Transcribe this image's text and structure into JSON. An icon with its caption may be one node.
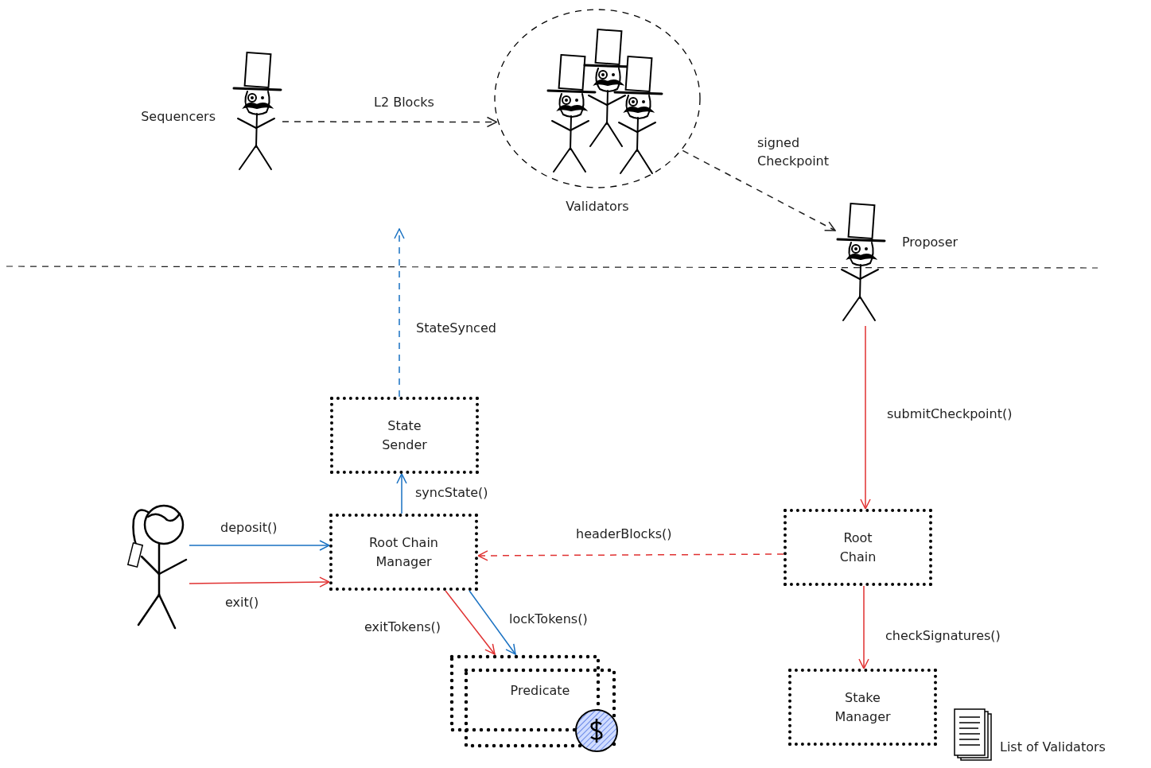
{
  "diagram": {
    "nodes": [
      {
        "text": [],
        "shape": "person",
        "beside": [
          "Sequencers"
        ]
      },
      {
        "text": [],
        "shape": "circle",
        "beside": [
          "Validators"
        ]
      },
      {
        "text": [],
        "shape": "person",
        "beside": [
          "Proposer"
        ]
      },
      {
        "text": [
          "State Sender"
        ]
      },
      {
        "text": [],
        "shape": "person"
      },
      {
        "text": [
          "Root Chain Manager"
        ]
      },
      {
        "text": [
          "Root Chain"
        ]
      },
      {
        "text": [
          "Predicate"
        ]
      },
      {
        "text": [
          "Stake Manager"
        ]
      }
    ],
    "edges": [
      {
        "from": 0,
        "to": 1,
        "arrow": "to",
        "label": "L2 Blocks",
        "style": "dashed",
        "color": "#1e1e1e"
      },
      {
        "from": 1,
        "to": 2,
        "arrow": "to",
        "label": "signed Checkpoint",
        "style": "dashed",
        "color": "#1e1e1e"
      },
      {
        "from": 3,
        "to": null,
        "arrow": "to",
        "label": "StateSynced",
        "style": "dashed",
        "color": "#1971c2"
      },
      {
        "from": 2,
        "to": 6,
        "arrow": "to",
        "label": "submitCheckpoint()",
        "color": "#e03131"
      },
      {
        "from": 5,
        "to": 3,
        "arrow": "to",
        "label": "syncState()",
        "color": "#1971c2"
      },
      {
        "from": 4,
        "to": 5,
        "arrow": "to",
        "label": "deposit()",
        "color": "#1971c2"
      },
      {
        "from": 4,
        "to": 5,
        "arrow": "to",
        "label": "exit()",
        "color": "#e03131"
      },
      {
        "from": 6,
        "to": 5,
        "arrow": "to",
        "label": "headerBlocks()",
        "style": "dashed",
        "color": "#e03131"
      },
      {
        "from": 5,
        "to": 7,
        "arrow": "to",
        "label": "exitTokens()",
        "color": "#e03131"
      },
      {
        "from": 5,
        "to": 7,
        "arrow": "to",
        "label": "lockTokens()",
        "color": "#1971c2"
      },
      {
        "from": 6,
        "to": 8,
        "arrow": "to",
        "label": "checkSignatures()",
        "color": "#e03131"
      }
    ],
    "labels": [
      "List of Validators"
    ]
  }
}
